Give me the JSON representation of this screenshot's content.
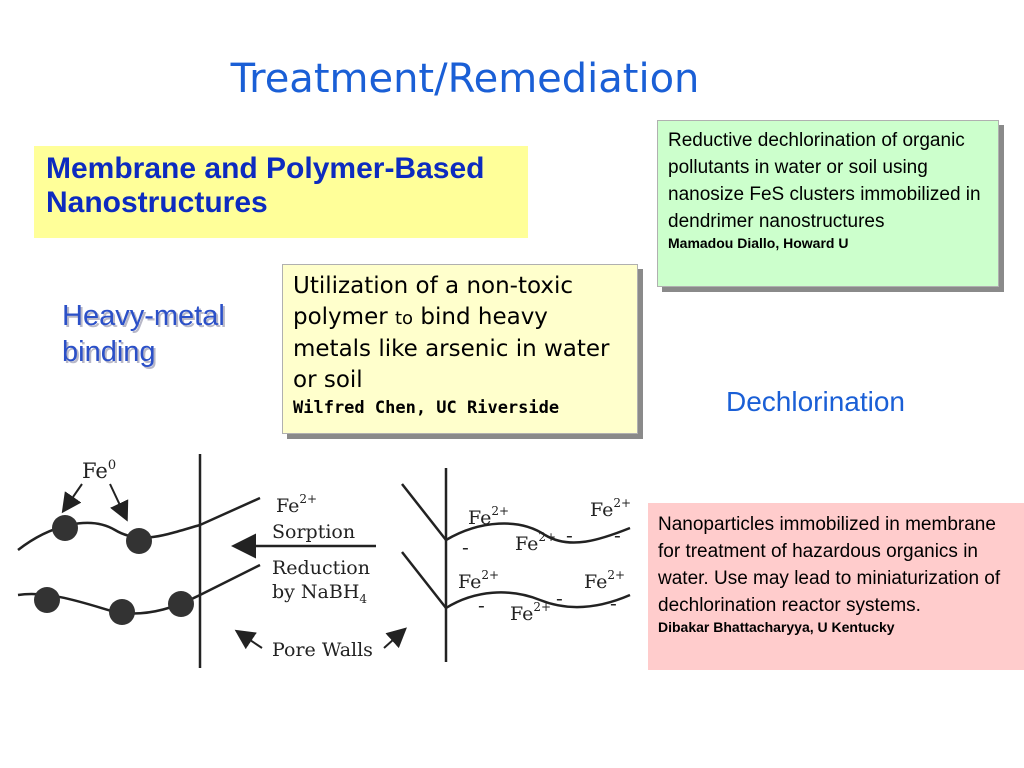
{
  "slide": {
    "title": "Treatment/Remediation",
    "membrane_heading": "Membrane and Polymer-Based Nanostructures",
    "heavy_metal_label": "Heavy-metal binding",
    "dechlorination_label": "Dechlorination"
  },
  "arsenic_box": {
    "text_part1": "Utilization of a non-toxic polymer ",
    "text_to": "to",
    "text_part2": " bind heavy metals like arsenic in water or soil",
    "author": "Wilfred Chen, UC Riverside"
  },
  "dendrimer_box": {
    "text": "Reductive dechlorination of organic pollutants in water or soil using nanosize FeS clusters immobilized in dendrimer nanostructures",
    "author": "Mamadou Diallo, Howard U"
  },
  "membrane_nano_box": {
    "text": "Nanoparticles immobilized in membrane for treatment of hazardous organics in water.  Use may lead to miniaturization of dechlorination reactor systems.",
    "author": "Dibakar Bhattacharyya, U Kentucky"
  },
  "figure": {
    "fe0_base": "Fe",
    "fe0_sup": "0",
    "fe_base": "Fe",
    "fe_sup": "2+",
    "sorption": "Sorption",
    "reduction": "Reduction",
    "by_nabh_base": "by NaBH",
    "by_nabh_sub": "4",
    "pore_walls": "Pore Walls",
    "minus": "-"
  }
}
